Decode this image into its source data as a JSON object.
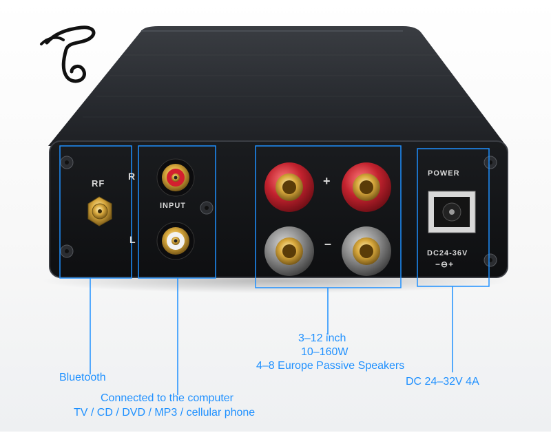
{
  "logo": {
    "glyph": "t",
    "description": "stylised calligraphic letter logo"
  },
  "panel": {
    "rf_label": "RF",
    "right_channel_label": "R",
    "left_channel_label": "L",
    "input_label": "INPUT",
    "plus_label": "+",
    "minus_label": "–",
    "power_label": "POWER",
    "dc_label": "DC24-36V",
    "polarity_label": "−⊖+"
  },
  "callouts": {
    "bluetooth": "Bluetooth",
    "computer_line1": "Connected to the computer",
    "computer_line2": "TV / CD / DVD / MP3 / cellular phone",
    "speakers_line1": "3–12 inch",
    "speakers_line2": "10–160W",
    "speakers_line3": "4–8 Europe Passive Speakers",
    "power": "DC 24–32V  4A"
  },
  "colors": {
    "accent": "#1e90ff",
    "chassis": "#2a2d31",
    "red_terminal": "#c2222e",
    "gold": "#d4a33a"
  }
}
